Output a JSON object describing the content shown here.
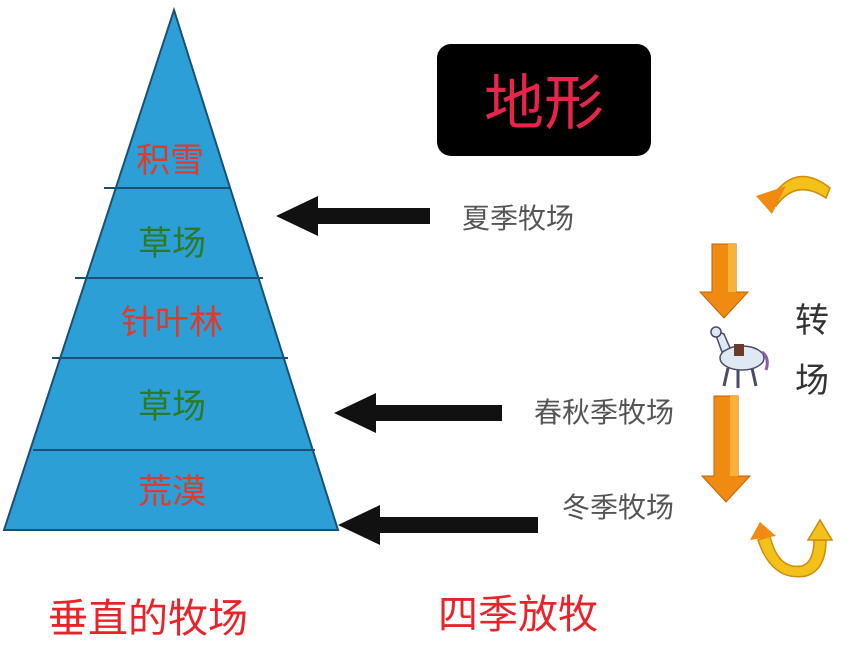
{
  "title": "地形",
  "zones": [
    {
      "label": "积雪",
      "color": "#e03a2a"
    },
    {
      "label": "草场",
      "color": "#2d7a24"
    },
    {
      "label": "针叶林",
      "color": "#e03a2a"
    },
    {
      "label": "草场",
      "color": "#2d7a24"
    },
    {
      "label": "荒漠",
      "color": "#e03a2a"
    }
  ],
  "pastures": {
    "summer": "夏季牧场",
    "spring_autumn": "春秋季牧场",
    "winter": "冬季牧场"
  },
  "transfer_label": [
    "转",
    "场"
  ],
  "bottom_left": "垂直的牧场",
  "bottom_right": "四季放牧",
  "colors": {
    "pyramid_fill": "#2b9fd6",
    "pyramid_stroke": "#1b4f78",
    "title_bg": "#000000",
    "title_text": "#e8244a",
    "arrow": "#111111",
    "orange_arrow": "#f08a10",
    "yellow_arrow": "#f2c21a"
  }
}
